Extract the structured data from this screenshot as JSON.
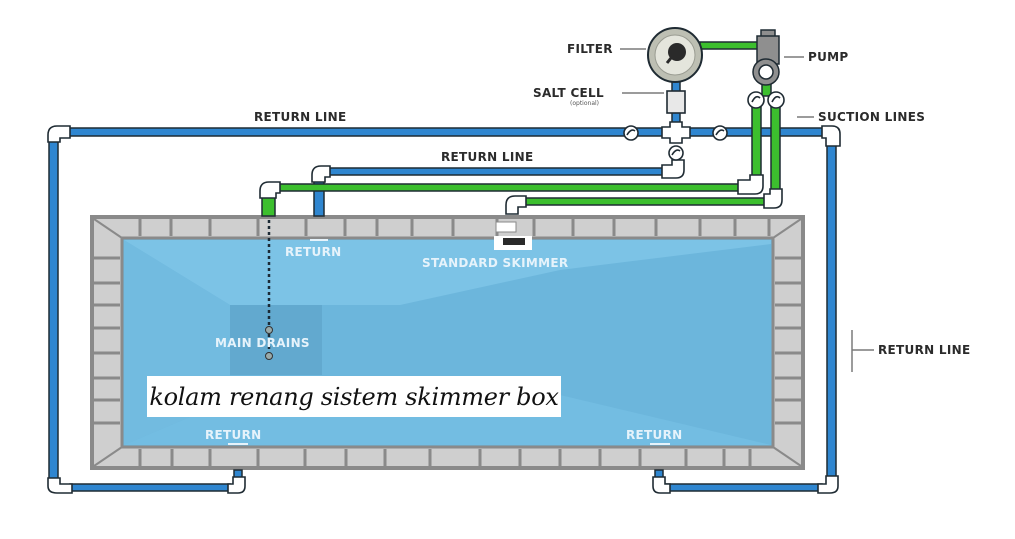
{
  "diagram": {
    "title_caption": "kolam renang sistem skimmer box",
    "labels": {
      "filter": "FILTER",
      "pump": "PUMP",
      "salt_cell": "SALT CELL",
      "salt_cell_note": "(optional)",
      "suction_lines": "SUCTION LINES",
      "return_line_top": "RETURN LINE",
      "return_line_middle": "RETURN LINE",
      "return_line_right": "RETURN LINE",
      "return_top_pool": "RETURN",
      "standard_skimmer": "STANDARD SKIMMER",
      "main_drains": "MAIN DRAINS",
      "return_bottom_left": "RETURN",
      "return_bottom_right": "RETURN"
    },
    "colors": {
      "return_pipe": "#2f86d0",
      "suction_pipe": "#3cbf2e",
      "water": "#6cb6dc",
      "water_light": "#7cc3e6",
      "coping": "#c9c9c9",
      "coping_border": "#8a8a8a",
      "outline": "#1f2b33"
    }
  }
}
